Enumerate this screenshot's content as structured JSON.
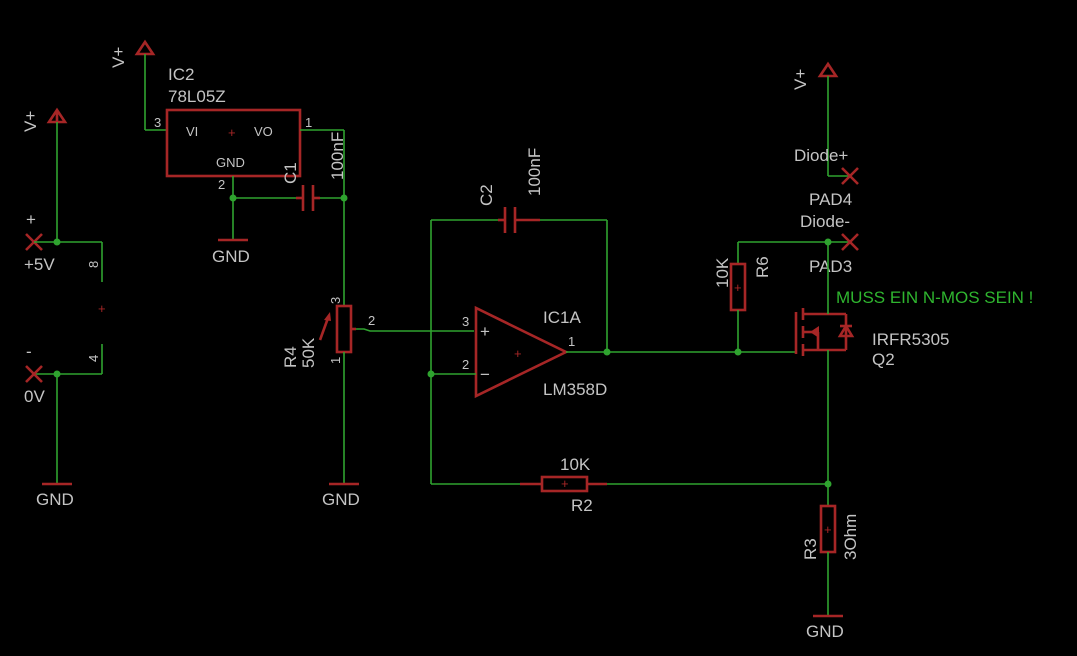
{
  "supply": {
    "vplus": "V+",
    "gnd": "GND",
    "plus_sign": "+",
    "minus_sign": "-",
    "plus5v": "+5V",
    "zero_v": "0V"
  },
  "connector": {
    "pin_top": "8",
    "pin_bottom": "4",
    "center": "+"
  },
  "ic2": {
    "name": "IC2",
    "value": "78L05Z",
    "vi": "VI",
    "vo": "VO",
    "gnd": "GND",
    "center": "+",
    "pin1": "1",
    "pin2": "2",
    "pin3": "3"
  },
  "c1": {
    "name": "C1",
    "value": "100nF"
  },
  "c2": {
    "name": "C2",
    "value": "100nF"
  },
  "r4": {
    "name": "R4",
    "value": "50K",
    "pin1": "1",
    "pin2": "2",
    "pin3": "3"
  },
  "ic1a": {
    "name": "IC1A",
    "value": "LM358D",
    "pin1": "1",
    "pin2": "2",
    "pin3": "3",
    "plus": "+",
    "minus": "−"
  },
  "r2": {
    "name": "R2",
    "value": "10K"
  },
  "r6": {
    "name": "R6",
    "value": "10K"
  },
  "r3": {
    "name": "R3",
    "value": "3Ohm"
  },
  "q2": {
    "name": "Q2",
    "value": "IRFR5305"
  },
  "pads": {
    "pad4": "PAD4",
    "pad4_label": "Diode+",
    "pad3": "PAD3",
    "pad3_label": "Diode-"
  },
  "note": "MUSS EIN N-MOS SEIN !",
  "colors": {
    "background": "#000000",
    "wire": "#2fa32f",
    "part": "#a62626",
    "text": "#c4c4c4",
    "note": "#2fb52f"
  }
}
